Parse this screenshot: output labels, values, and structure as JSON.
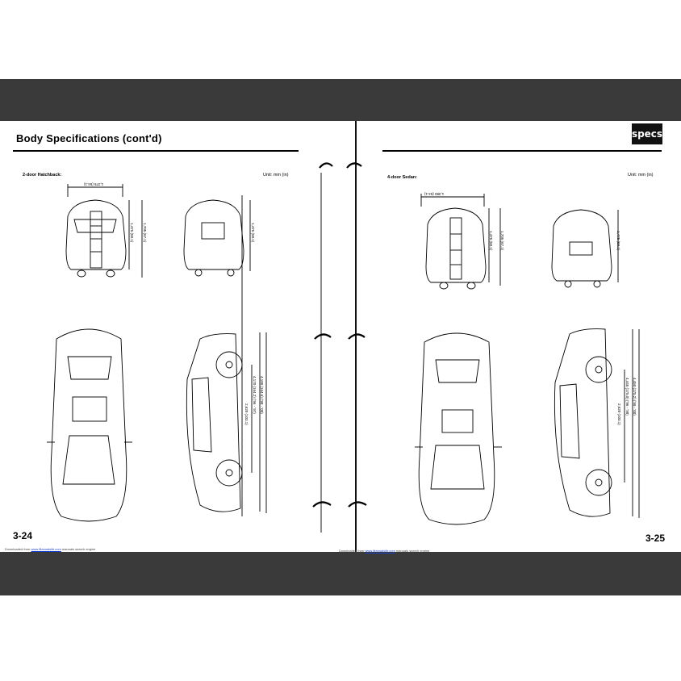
{
  "left_page": {
    "title": "Body Specifications (cont'd)",
    "model_label": "2-door Hatchback:",
    "unit": "Unit: mm (in)",
    "dims": {
      "front_track": "1,375 (54.1)",
      "front_height": "1,475 (58.1)",
      "front_width": "1,705 (67.1)",
      "rear_height": "1,475 (58.1)",
      "wheelbase": "2,620 (103.1)",
      "length_a": "4,170 (164.2) ('96 - '97)",
      "length_b": "4,180 (164.6) ('98 - '00)"
    },
    "page_number": "3-24",
    "footer_prefix": "Downloaded from",
    "footer_link": "www.Manualslib.com",
    "footer_suffix": "manuals search engine"
  },
  "right_page": {
    "badge": "specs",
    "model_label": "4-door Sedan:",
    "unit": "Unit: mm (in)",
    "dims": {
      "front_track": "1,380 (54.1)",
      "front_height": "1,475 (58.1)",
      "front_width": "1,705 (67.1)",
      "rear_height": "1,475 (58.1)",
      "wheelbase": "2,620 (103.1)",
      "length_a": "4,445 (175.0) ('96 - '98)",
      "length_b": "4,450 (175.2) ('99 - '00)"
    },
    "page_number": "3-25",
    "footer_prefix": "Downloaded from",
    "footer_link": "www.Manualslib.com",
    "footer_suffix": "manuals search engine"
  },
  "colors": {
    "band": "#3a3a3a",
    "ink": "#000000",
    "link": "#1a3fc4"
  }
}
